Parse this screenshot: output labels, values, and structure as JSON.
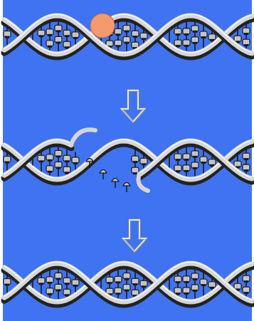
{
  "colors": {
    "background": "#3f73f2",
    "backbone_front": "#d6d6d6",
    "backbone_shadow": "#222222",
    "base_fill": "#c4c4c4",
    "base_dark": "#1a1a1a",
    "damage_marker": "#f59a6e",
    "arrow_stroke": "#e9e6b8"
  },
  "diagram": {
    "type": "dna-repair-sequence",
    "panels": [
      {
        "id": "damaged-dna",
        "icons": [
          "dna-helix-icon",
          "damage-marker-icon"
        ]
      },
      {
        "id": "excised-dna",
        "icons": [
          "dna-helix-icon",
          "excised-strand-icon",
          "free-nucleotide-icon"
        ]
      },
      {
        "id": "repaired-dna",
        "icons": [
          "dna-helix-icon"
        ]
      }
    ],
    "arrows": [
      {
        "icon": "down-arrow-icon"
      },
      {
        "icon": "down-arrow-icon"
      }
    ]
  }
}
